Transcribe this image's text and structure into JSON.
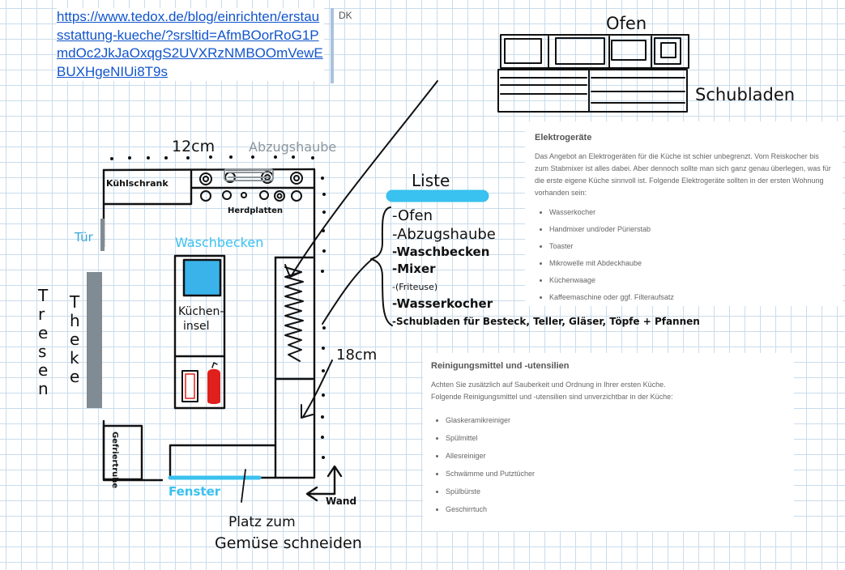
{
  "link": {
    "url": "https://www.tedox.de/blog/einrichten/erstausstattung-kueche/?srsltid=AfmBOorRoG1PmdOc2JkJaOxqgS2UVXRzNMBOOmVewEBUXHgeNIUi8T9s",
    "author": "DK"
  },
  "elektro_card": {
    "title": "Elektrogeräte",
    "text": "Das Angebot an Elektrogeräten für die Küche ist schier unbegrenzt. Vom Reiskocher bis zum Stabmixer ist alles dabei. Aber dennoch sollte man sich ganz genau überlegen, was für die erste eigene Küche sinnvoll ist. Folgende Elektrogeräte sollten in der ersten Wohnung vorhanden sein:",
    "items": [
      "Wasserkocher",
      "Handmixer und/oder Pürierstab",
      "Toaster",
      "Mikrowelle mit Abdeckhaube",
      "Küchenwaage",
      "Kaffeemaschine oder ggf. Filteraufsatz"
    ]
  },
  "reinigung_card": {
    "title": "Reinigungsmittel und -utensilien",
    "text": "Achten Sie zusätzlich auf Sauberkeit und Ordnung in Ihrer ersten Küche. Folgende Reinigungsmittel und -utensilien sind unverzichtbar in der Küche:",
    "items": [
      "Glaskeramikreiniger",
      "Spülmittel",
      "Allesreiniger",
      "Schwämme und Putztücher",
      "Spülbürste",
      "Geschirrtuch"
    ]
  },
  "sketch": {
    "ofen": "Ofen",
    "schubladen": "Schubladen",
    "dim_top": "12cm",
    "abzugshaube": "Abzugshaube",
    "kuehlschrank": "Kühlschrank",
    "herdplatten": "Herdplatten",
    "tuer": "Tür",
    "waschbecken": "Waschbecken",
    "kuecheninsel_line1": "Küchen-",
    "kuecheninsel_line2": "insel",
    "tresen": "Tresen",
    "theke": "Theke",
    "gefriertruhe": "Gefriertruhe",
    "fenster": "Fenster",
    "wand": "Wand",
    "dim_side": "18cm",
    "platz_line1": "Platz zum",
    "platz_line2": "Gemüse schneiden"
  },
  "liste": {
    "title": "Liste",
    "items": [
      "Ofen",
      "Abzugshaube",
      "Waschbecken",
      "Mixer",
      "(Friteuse)",
      "Wasserkocher",
      "Schubladen für Besteck, Teller, Gläser, Töpfe + Pfannen"
    ]
  },
  "colors": {
    "ink": "#111111",
    "highlight_blue": "#39c1ef",
    "sink_blue": "#3ab3ea",
    "extinguisher_red": "#e0201c",
    "counter_gray": "#808b93",
    "hood_gray": "#9aa3a8",
    "link_blue": "#1155cc"
  }
}
